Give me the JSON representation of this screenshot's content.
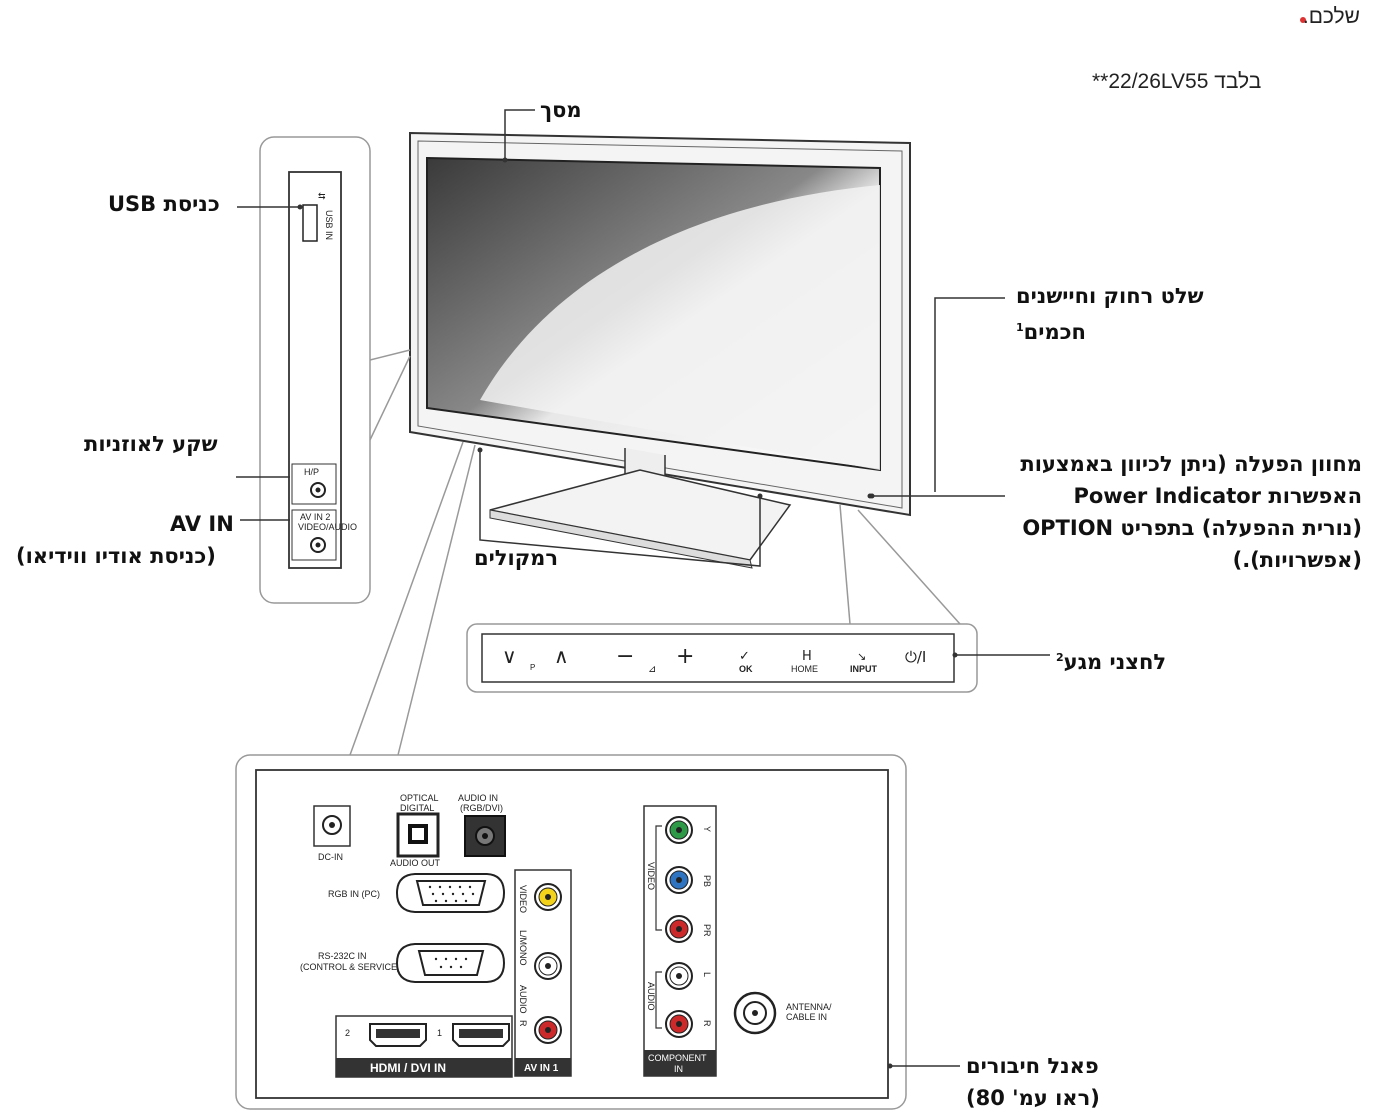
{
  "header": {
    "top_text": "שלכם.",
    "note": "**22/26LV55 בלבד"
  },
  "callouts": {
    "screen": "מסך",
    "usb": "כניסת USB",
    "remote_line1": "שלט רחוק וחיישנים",
    "remote_line2": "חכמים",
    "remote_sup": "1",
    "headphone": "שקע לאוזניות",
    "av_in": "AV IN",
    "av_in_desc": "(כניסת אודיו ווידיאו)",
    "speakers": "רמקולים",
    "power_indicator": "מחוון הפעלה (ניתן לכיוון באמצעות האפשרות Power Indicator (נורית ההפעלה) בתפריט OPTION (אפשרויות).)",
    "touch_buttons": "לחצני מגע",
    "touch_sup": "2",
    "panel": "פאנל חיבורים",
    "panel_ref": "(ראו עמ' 80)"
  },
  "side_panel": {
    "usb_port": "USB IN",
    "headphone_port": "H/P",
    "av_port_1": "AV IN 2",
    "av_port_2": "VIDEO/AUDIO"
  },
  "touch_keys": [
    {
      "symbol": "∨",
      "label": ""
    },
    {
      "symbol": "P",
      "label": ""
    },
    {
      "symbol": "∧",
      "label": ""
    },
    {
      "symbol": "−",
      "label": ""
    },
    {
      "symbol": "⊿",
      "label": ""
    },
    {
      "symbol": "+",
      "label": ""
    },
    {
      "symbol": "✓",
      "label": "OK"
    },
    {
      "symbol": "H",
      "label": "HOME"
    },
    {
      "symbol": "↘",
      "label": "INPUT"
    },
    {
      "symbol": "⏻/I",
      "label": ""
    }
  ],
  "back_panel": {
    "dc_in": "DC-IN",
    "optical_1": "OPTICAL",
    "optical_2": "DIGITAL",
    "audio_out": "AUDIO OUT",
    "audio_in_1": "AUDIO IN",
    "audio_in_2": "(RGB/DVI)",
    "rgb_in": "RGB IN (PC)",
    "rs232_1": "RS-232C IN",
    "rs232_2": "(CONTROL & SERVICE)",
    "hdmi_2": "2",
    "hdmi_1": "1",
    "hdmi_bar": "HDMI / DVI IN",
    "av_video": "VIDEO",
    "av_mono": "L/MONO",
    "av_audio": "AUDIO",
    "av_r": "R",
    "av_in1": "AV IN 1",
    "comp_y": "Y",
    "comp_pb": "PB",
    "comp_pr": "PR",
    "comp_l": "L",
    "comp_r": "R",
    "comp_video": "VIDEO",
    "comp_audio": "AUDIO",
    "comp_label_1": "COMPONENT",
    "comp_label_2": "IN",
    "antenna_1": "ANTENNA/",
    "antenna_2": "CABLE IN"
  },
  "colors": {
    "green": "#2e9a47",
    "blue": "#2f74c0",
    "red": "#cc2a2a",
    "yellow": "#f2d21a",
    "bar": "#333333"
  }
}
